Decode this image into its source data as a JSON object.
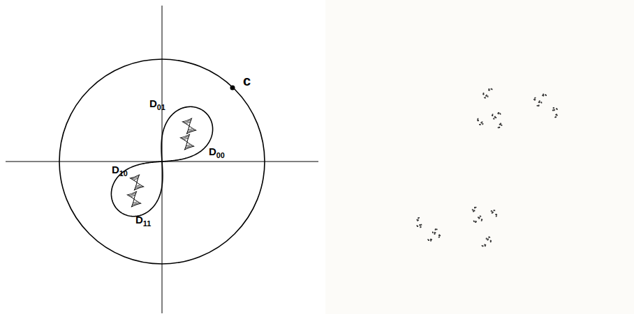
{
  "diagram": {
    "labels": [
      "c",
      "D01",
      "D00",
      "D10",
      "D11"
    ]
  }
}
